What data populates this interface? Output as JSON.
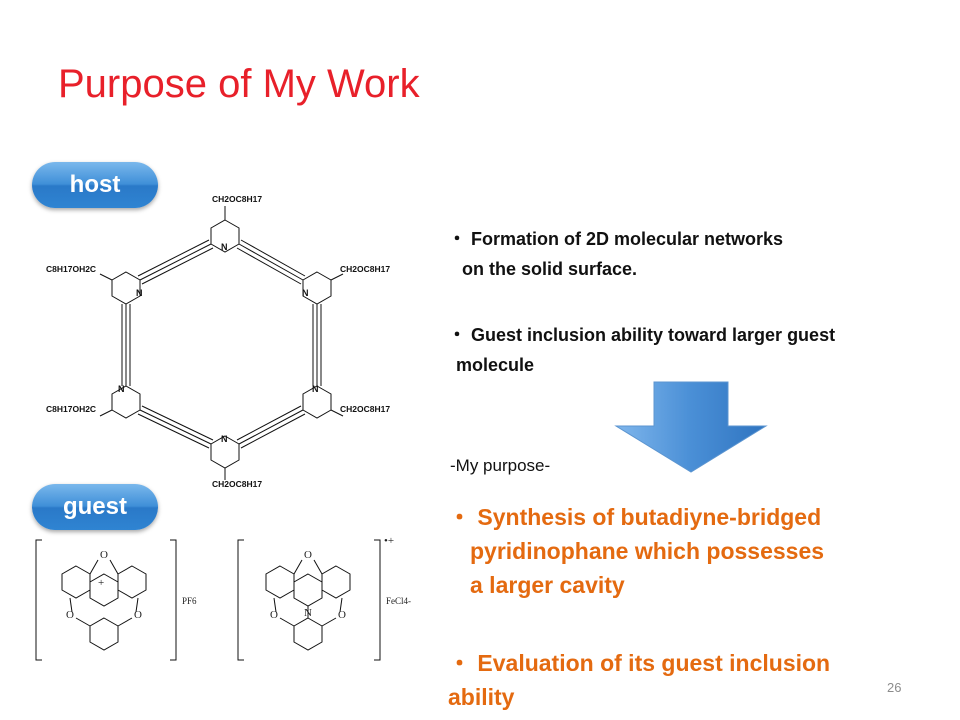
{
  "slide": {
    "title": "Purpose of My Work",
    "page_number": "26"
  },
  "labels": {
    "host": "host",
    "guest": "guest"
  },
  "bullets": {
    "b1_line1": "・ Formation of 2D molecular  networks",
    "b1_line2": "on the solid surface.",
    "b2_line1": "・ Guest inclusion ability toward larger guest",
    "b2_line2": "molecule"
  },
  "purpose_label": "-My purpose-",
  "purposes": {
    "p1_line1": "・ Synthesis of butadiyne-bridged",
    "p1_line2": "pyridinophane which possesses",
    "p1_line3": "a larger cavity",
    "p2_line1": "・ Evaluation of its guest inclusion",
    "p2_line2": "ability"
  },
  "host_structure": {
    "top": "CH2OC8H17",
    "upper_right": "CH2OC8H17",
    "lower_right": "CH2OC8H17",
    "bottom": "CH2OC8H17",
    "upper_left": "C8H17OH2C",
    "lower_left": "C8H17OH2C",
    "ring_atom": "N"
  },
  "guest_structures": {
    "left_counterion": "PF6",
    "left_charge": "+",
    "right_counterion": "FeCl4-",
    "right_charge": "•+",
    "atom_O": "O",
    "atom_N": "N"
  },
  "colors": {
    "title": "#e8202a",
    "purpose_text": "#e46a10",
    "pill": "#3f8fd8",
    "arrow": "#4a8fd6"
  }
}
